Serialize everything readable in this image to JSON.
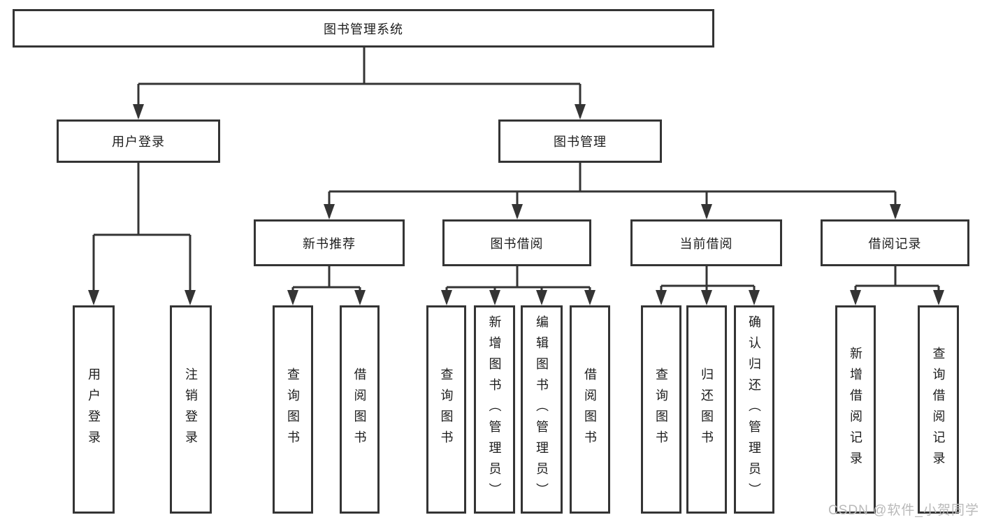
{
  "nodes": {
    "root": "图书管理系统",
    "level2": [
      "用户登录",
      "图书管理"
    ],
    "level3": [
      "新书推荐",
      "图书借阅",
      "当前借阅",
      "借阅记录"
    ],
    "leaves": [
      "用户登录",
      "注销登录",
      "查询图书",
      "借阅图书",
      "查询图书",
      "新增图书（管理员）",
      "编辑图书（管理员）",
      "借阅图书",
      "查询图书",
      "归还图书",
      "确认归还（管理员）",
      "新增借阅记录",
      "查询借阅记录"
    ]
  },
  "watermark": "CSDN @软件_小贺同学",
  "colors": {
    "line": "#343434",
    "box_border": "#343434",
    "text": "#1c1c1c",
    "background": "#ffffff",
    "watermark": "#b9b9b9"
  }
}
